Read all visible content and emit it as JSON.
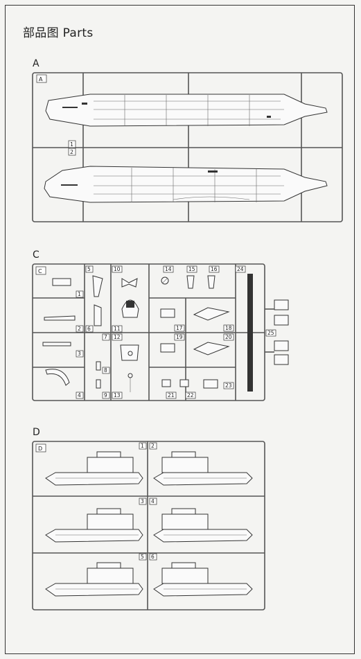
{
  "page": {
    "title": "部品图 Parts"
  },
  "sprues": {
    "A": {
      "label": "A",
      "tag": "A",
      "parts": [
        {
          "num": "1"
        },
        {
          "num": "2"
        }
      ]
    },
    "C": {
      "label": "C",
      "tag": "C",
      "parts": [
        {
          "num": "1"
        },
        {
          "num": "2"
        },
        {
          "num": "3"
        },
        {
          "num": "4"
        },
        {
          "num": "5"
        },
        {
          "num": "6"
        },
        {
          "num": "7"
        },
        {
          "num": "8"
        },
        {
          "num": "9"
        },
        {
          "num": "10"
        },
        {
          "num": "11"
        },
        {
          "num": "12"
        },
        {
          "num": "13"
        },
        {
          "num": "14"
        },
        {
          "num": "15"
        },
        {
          "num": "16"
        },
        {
          "num": "17"
        },
        {
          "num": "18"
        },
        {
          "num": "19"
        },
        {
          "num": "20"
        },
        {
          "num": "21"
        },
        {
          "num": "22"
        },
        {
          "num": "23"
        },
        {
          "num": "24"
        },
        {
          "num": "25"
        }
      ]
    },
    "D": {
      "label": "D",
      "tag": "D",
      "parts": [
        {
          "num": "1"
        },
        {
          "num": "2"
        },
        {
          "num": "3"
        },
        {
          "num": "4"
        },
        {
          "num": "5"
        },
        {
          "num": "6"
        }
      ]
    }
  }
}
